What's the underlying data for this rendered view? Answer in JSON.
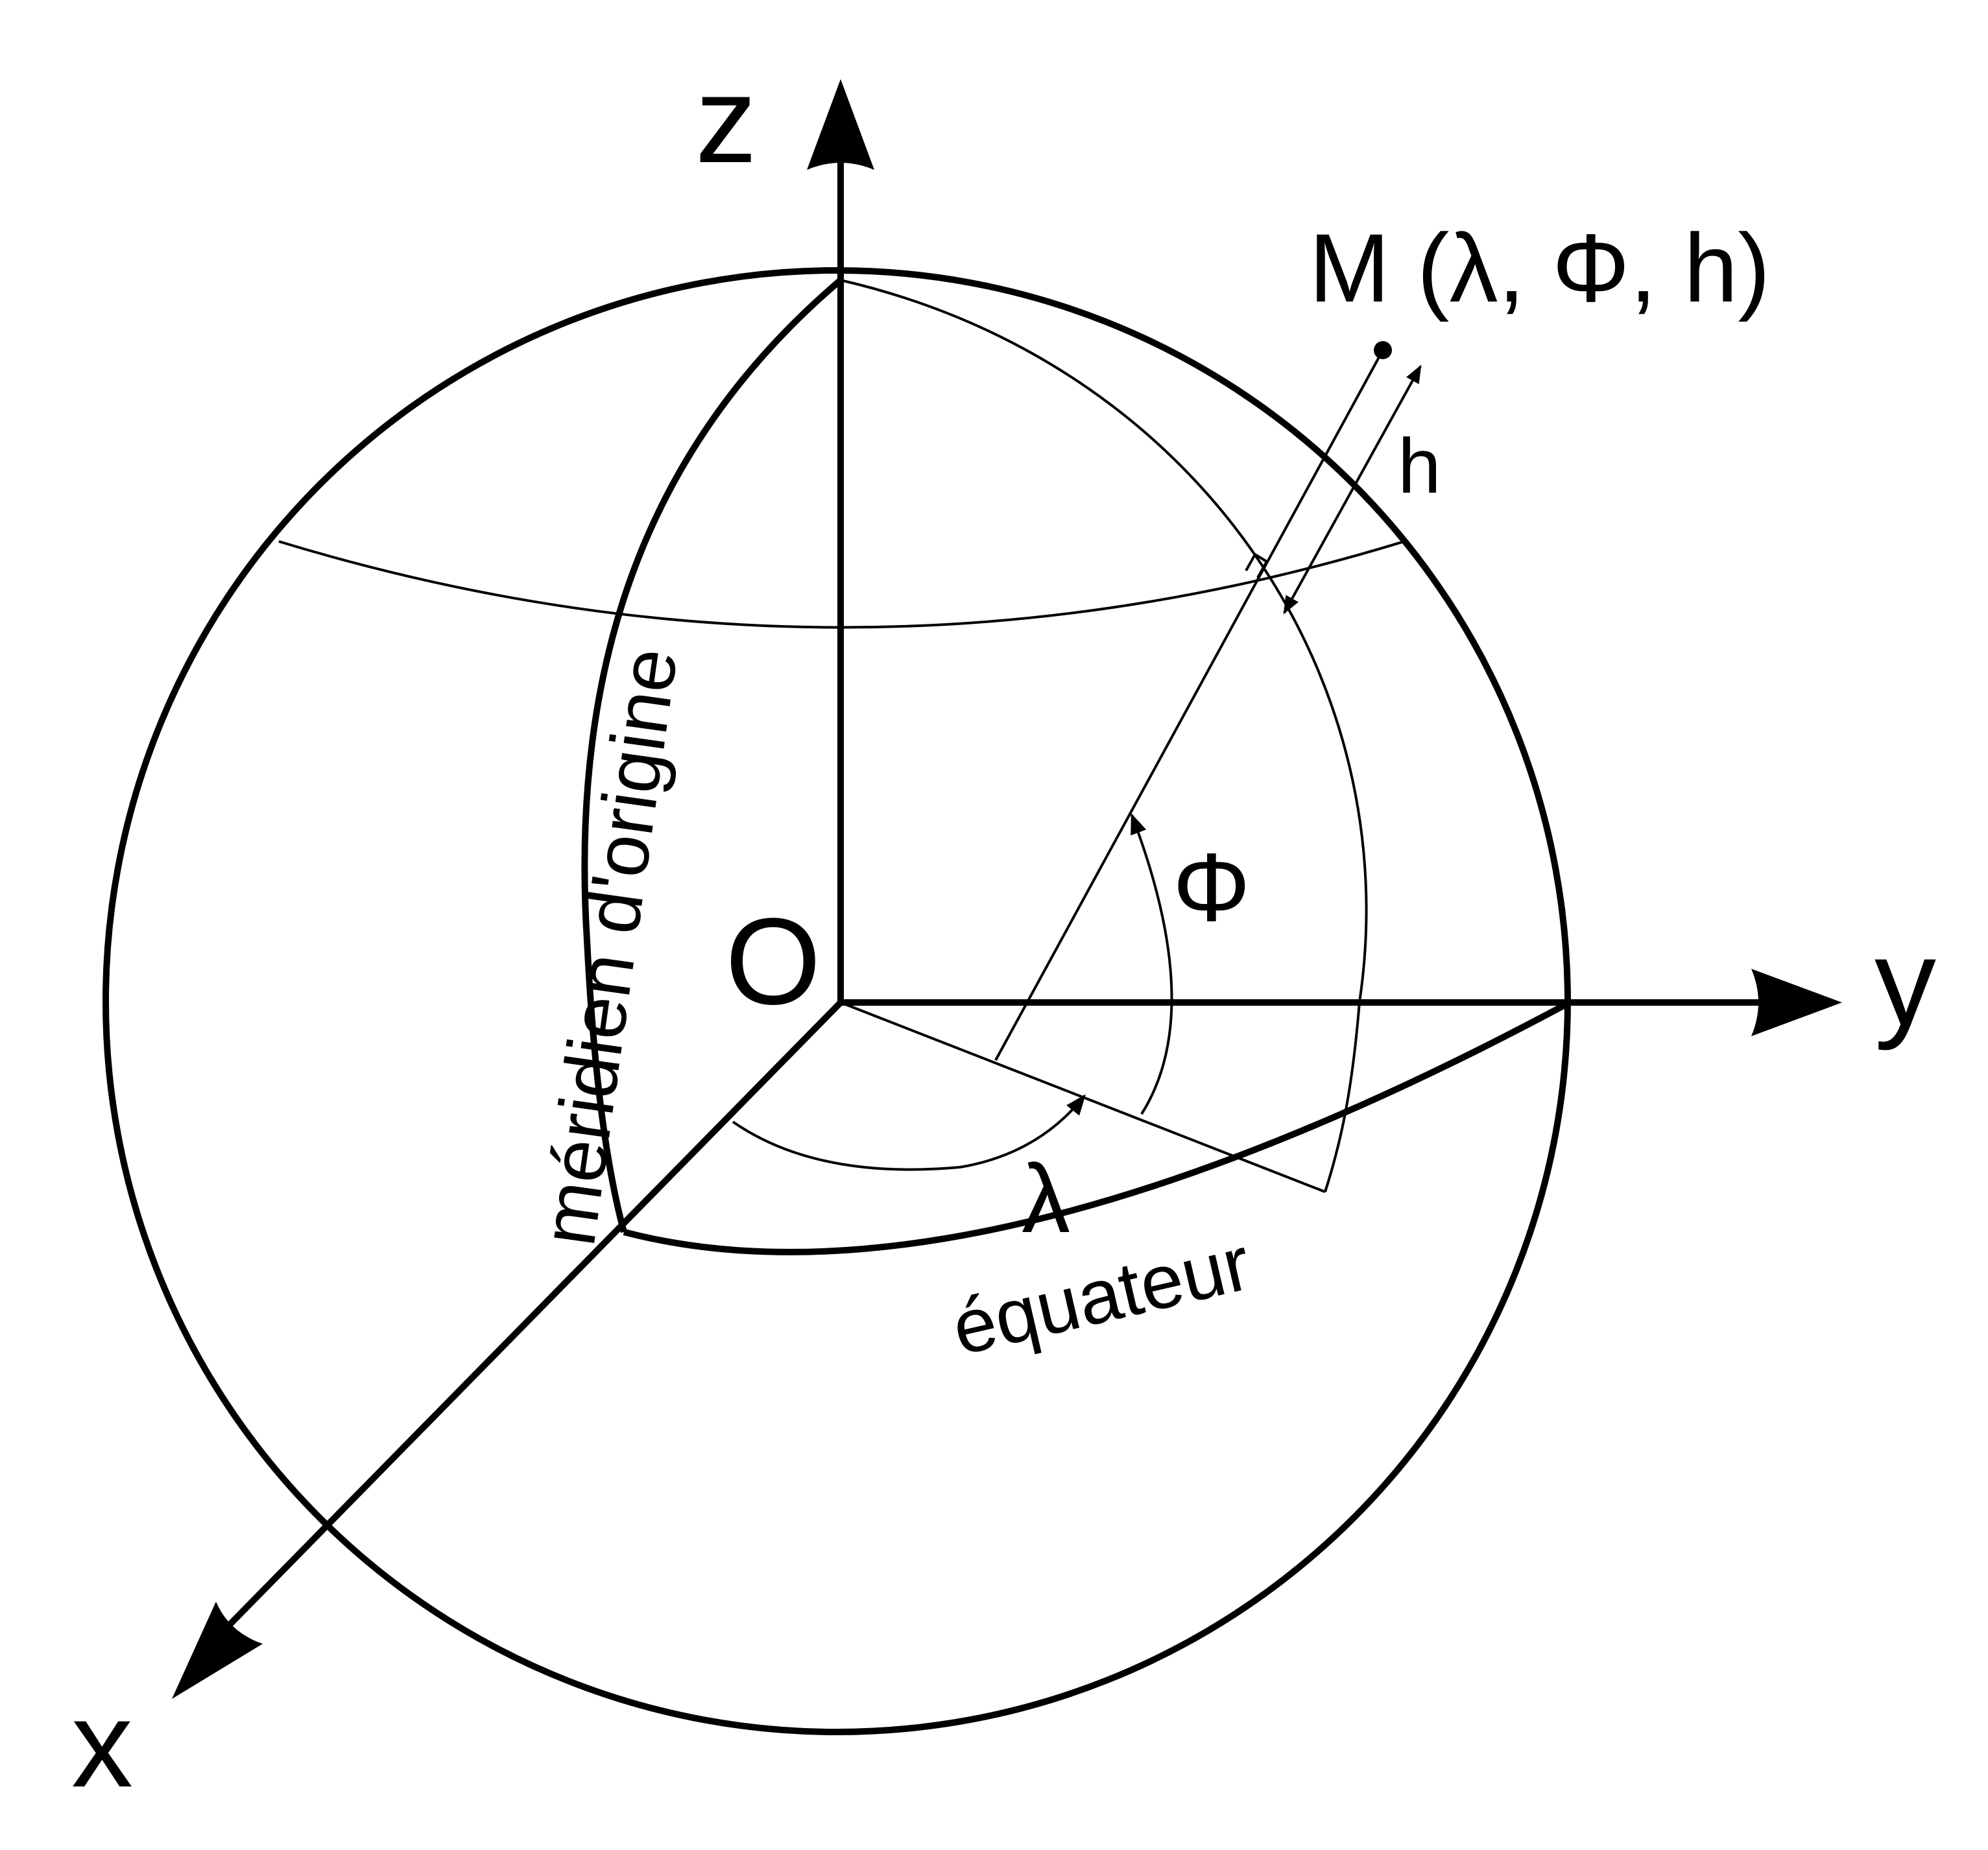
{
  "colors": {
    "ink": "#000000",
    "background": "#ffffff"
  },
  "labels": {
    "axis_x": "x",
    "axis_y": "y",
    "axis_z": "z",
    "origin": "O",
    "point": "M (λ, Φ, h)",
    "height": "h",
    "latitude": "Φ",
    "longitude": "λ",
    "meridian": "méridien d'origine",
    "equator": "équateur"
  }
}
